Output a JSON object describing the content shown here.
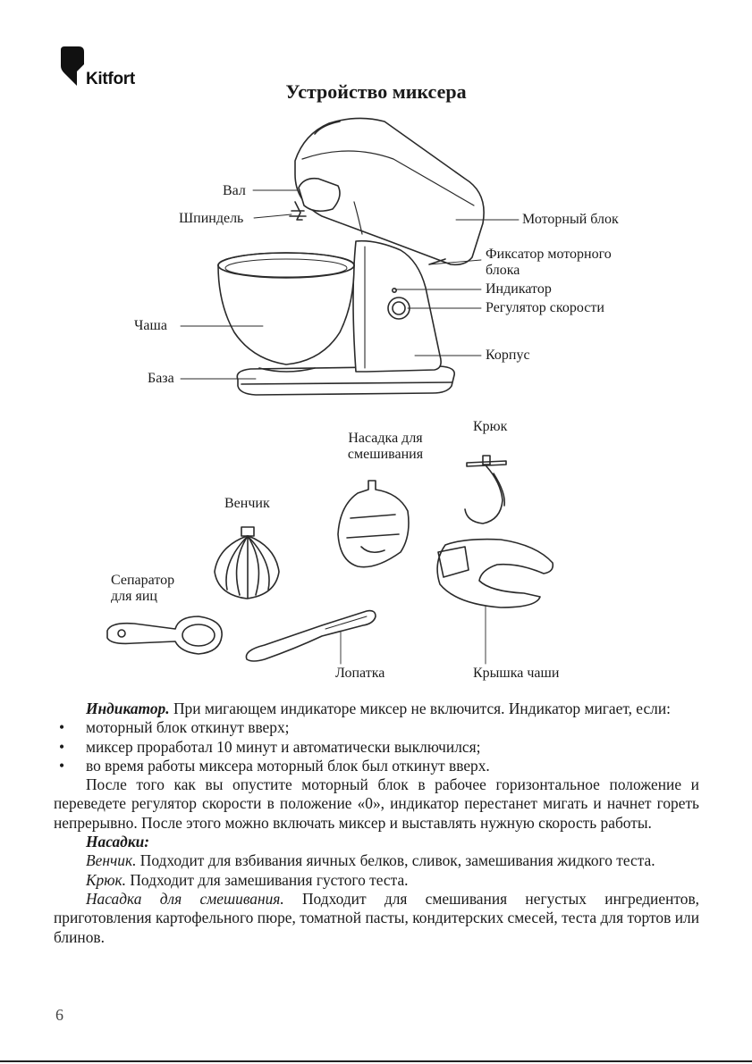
{
  "brand": {
    "name": "Kitfort"
  },
  "title": "Устройство миксера",
  "diagram": {
    "labels": {
      "shaft": "Вал",
      "spindle": "Шпиндель",
      "motor_unit": "Моторный блок",
      "lock_line1": "Фиксатор моторного",
      "lock_line2": "блока",
      "indicator": "Индикатор",
      "speed": "Регулятор скорости",
      "bowl": "Чаша",
      "housing": "Корпус",
      "base": "База"
    },
    "accessories": {
      "mixing_line1": "Насадка для",
      "mixing_line2": "смешивания",
      "hook": "Крюк",
      "whisk": "Венчик",
      "separator_line1": "Сепаратор",
      "separator_line2": "для яиц",
      "spatula": "Лопатка",
      "lid": "Крышка чаши"
    }
  },
  "text": {
    "ind_title": "Индикатор.",
    "ind_rest": " При мигающем индикаторе миксер не включится. Индикатор мигает, если:",
    "bullets": [
      "моторный блок откинут вверх;",
      "миксер проработал 10 минут и автоматически выключился;",
      "во время работы миксера моторный блок был откинут вверх."
    ],
    "after": "После того как вы опустите моторный блок в рабочее горизонтальное положение и переведете регулятор скорости в положение «0», индикатор перестанет мигать и начнет гореть непрерывно. После этого можно включать миксер и выставлять нужную скорость работы.",
    "att_title": "Насадки:",
    "whisk_name": "Венчик.",
    "whisk_desc": " Подходит для взбивания яичных белков, сливок, замешивания жидкого теста.",
    "hook_name": "Крюк.",
    "hook_desc": " Подходит для замешивания густого теста.",
    "mix_name": "Насадка для смешивания.",
    "mix_desc": " Подходит для смешивания негустых ингредиентов, приготовления картофельного пюре, томатной пасты, кондитерских смесей, теста для тортов или блинов."
  },
  "page_number": "6"
}
